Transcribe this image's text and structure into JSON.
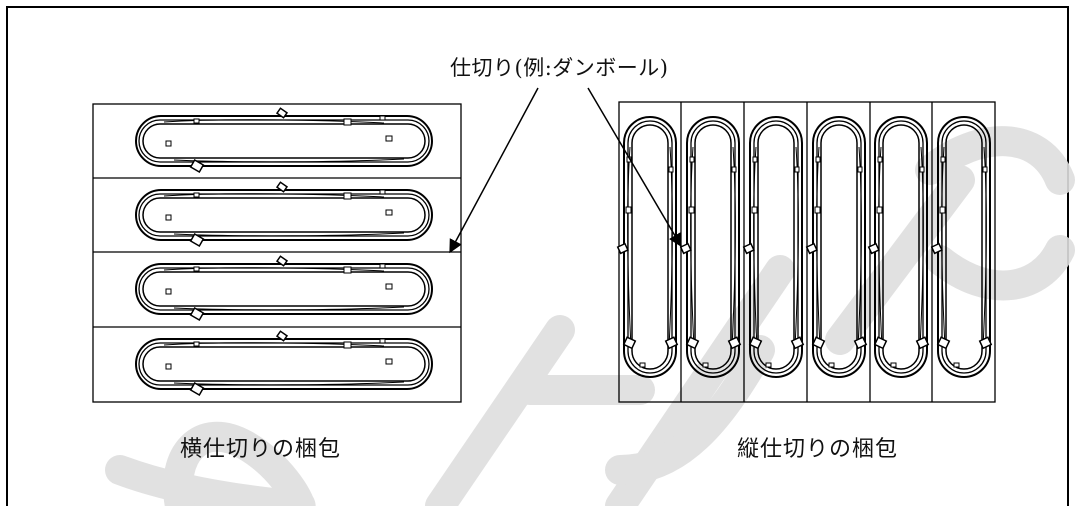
{
  "callout": {
    "label": "仕切り(例:ダンボール)"
  },
  "captions": {
    "horizontal": "横仕切りの梱包",
    "vertical": "縦仕切りの梱包"
  },
  "colors": {
    "line": "#000000",
    "background": "#ffffff",
    "watermark": "#dedede"
  },
  "packing": {
    "horizontal_compartments": 4,
    "vertical_compartments": 6
  },
  "icons": {
    "gasket_loop": "gasket-loop-icon",
    "arrow": "arrow-icon"
  }
}
